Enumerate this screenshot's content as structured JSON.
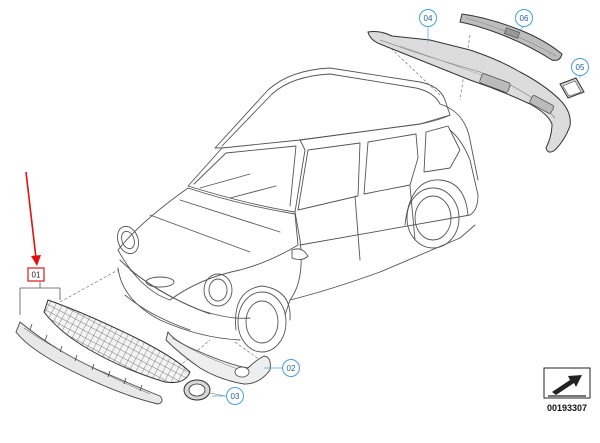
{
  "diagram": {
    "part_labels": {
      "p01": "01",
      "p02": "02",
      "p03": "03",
      "p04": "04",
      "p05": "05",
      "p06": "06"
    },
    "diagram_id": "00193307",
    "colors": {
      "line": "#555555",
      "callout_ring": "#4a9fd8",
      "callout_text": "#2a5f93",
      "highlight_box": "#d61c1c",
      "arrow": "#e01010",
      "part_fill_light": "#f7f7f7",
      "part_fill_dark": "#cfcfcf"
    }
  }
}
